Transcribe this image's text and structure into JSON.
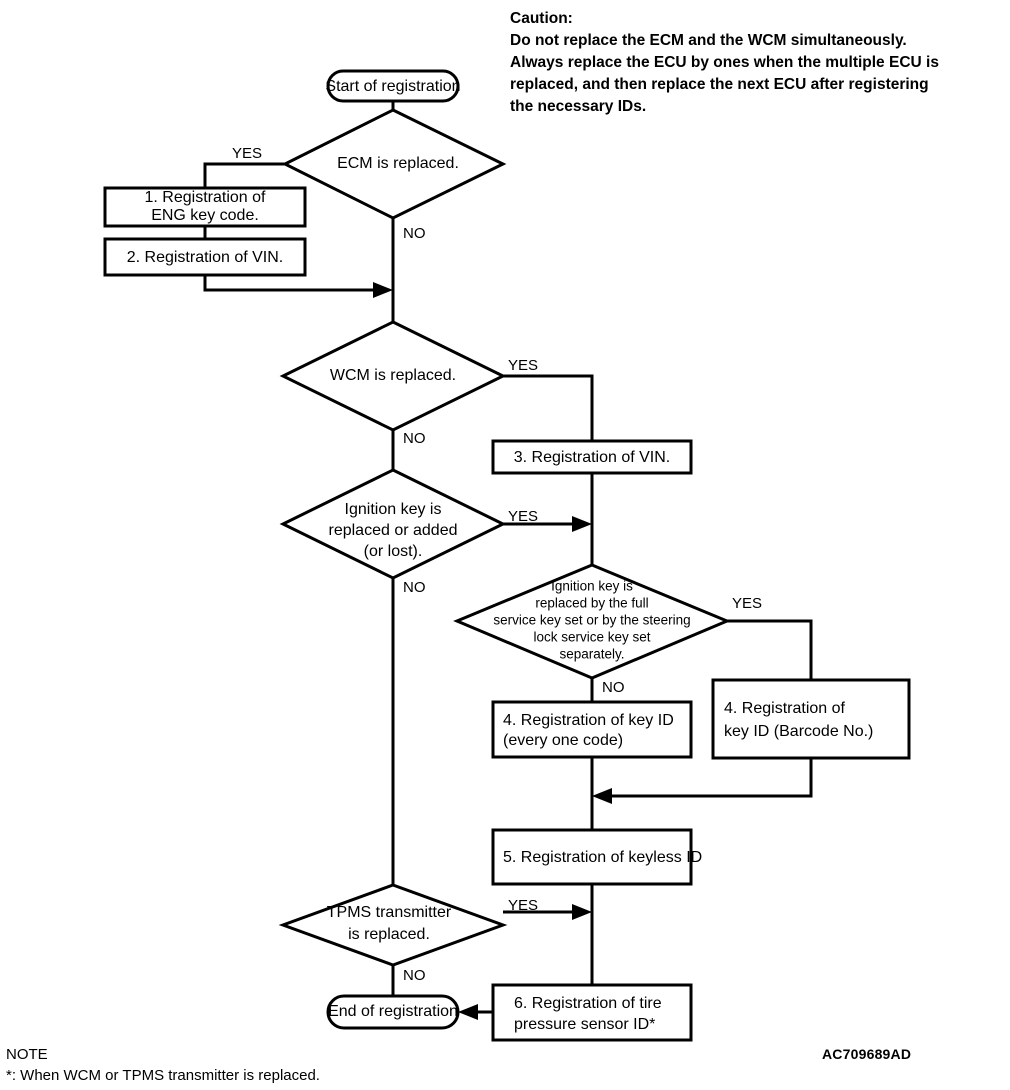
{
  "caution": {
    "heading": "Caution:",
    "lines": [
      "Do not replace the ECM and the WCM simultaneously.",
      "Always replace the ECU by ones when the multiple ECU is",
      "replaced, and then replace the next ECU after registering",
      "the necessary IDs."
    ]
  },
  "note": {
    "heading": "NOTE",
    "text": "*: When WCM or TPMS transmitter is replaced."
  },
  "reference_code": "AC709689AD",
  "branch_labels": {
    "yes": "YES",
    "no": "NO"
  },
  "nodes": {
    "start": {
      "label": "Start of registration",
      "type": "terminator"
    },
    "end": {
      "label": "End of registration",
      "type": "terminator"
    },
    "decision_ecm": {
      "label": "ECM is replaced.",
      "type": "decision"
    },
    "decision_wcm": {
      "label": "WCM is replaced.",
      "type": "decision"
    },
    "decision_ignition_key": {
      "type": "decision",
      "lines": [
        "Ignition key is",
        "replaced or added",
        "(or lost)."
      ]
    },
    "decision_key_set": {
      "type": "decision",
      "lines": [
        "Ignition key is",
        "replaced by the full",
        "service key set or by the steering",
        "lock service key set",
        "separately."
      ]
    },
    "decision_tpms": {
      "type": "decision",
      "lines": [
        "TPMS transmitter",
        "is replaced."
      ]
    },
    "step1": {
      "type": "process",
      "lines": [
        "1. Registration of",
        "ENG key code."
      ]
    },
    "step2": {
      "type": "process",
      "lines": [
        "2. Registration of VIN."
      ]
    },
    "step3": {
      "type": "process",
      "lines": [
        "3. Registration of VIN."
      ]
    },
    "step4_every_one_code": {
      "type": "process",
      "lines": [
        "4. Registration of key ID",
        "(every one code)"
      ]
    },
    "step4_barcode": {
      "type": "process",
      "lines": [
        "4. Registration of",
        "key ID (Barcode No.)"
      ]
    },
    "step5": {
      "type": "process",
      "lines": [
        "5. Registration of keyless ID"
      ]
    },
    "step6": {
      "type": "process",
      "lines": [
        "6. Registration of tire",
        "pressure sensor ID*"
      ]
    }
  },
  "edge_labels": {
    "ecm_yes": "YES",
    "ecm_no": "NO",
    "wcm_yes": "YES",
    "wcm_no": "NO",
    "ignition_yes": "YES",
    "ignition_no": "NO",
    "keyset_yes": "YES",
    "keyset_no": "NO",
    "tpms_yes": "YES",
    "tpms_no": "NO"
  }
}
